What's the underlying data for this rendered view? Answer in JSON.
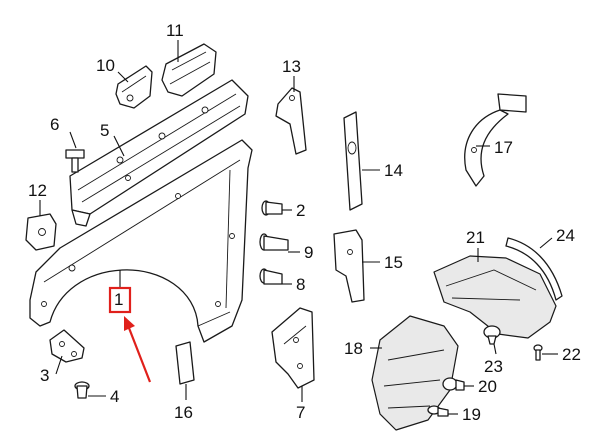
{
  "diagram": {
    "callouts": [
      {
        "id": "1"
      },
      {
        "id": "2"
      },
      {
        "id": "3"
      },
      {
        "id": "4"
      },
      {
        "id": "5"
      },
      {
        "id": "6"
      },
      {
        "id": "7"
      },
      {
        "id": "8"
      },
      {
        "id": "9"
      },
      {
        "id": "10"
      },
      {
        "id": "11"
      },
      {
        "id": "12"
      },
      {
        "id": "13"
      },
      {
        "id": "14"
      },
      {
        "id": "15"
      },
      {
        "id": "16"
      },
      {
        "id": "17"
      },
      {
        "id": "18"
      },
      {
        "id": "19"
      },
      {
        "id": "20"
      },
      {
        "id": "21"
      },
      {
        "id": "22"
      },
      {
        "id": "23"
      },
      {
        "id": "24"
      }
    ],
    "highlighted_callout": "1",
    "colors": {
      "line": "#1a1a1a",
      "highlight": "#e0201b",
      "background": "#ffffff"
    }
  }
}
